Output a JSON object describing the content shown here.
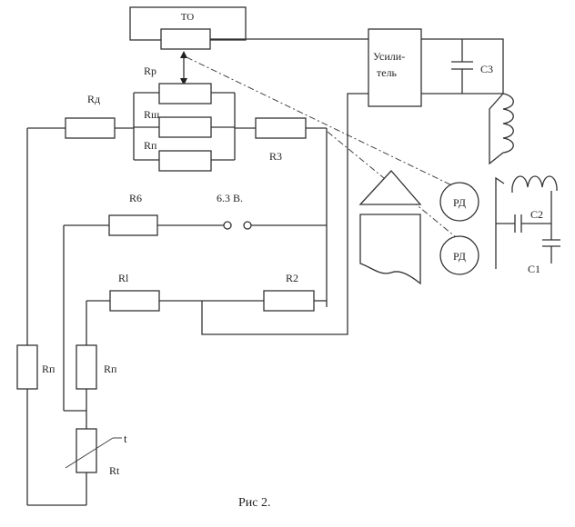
{
  "labels": {
    "to": "ТО",
    "rp_top": "Rp",
    "rd": "Rд",
    "rsh": "Rш",
    "rn_mid": "Rп",
    "r3": "R3",
    "r6": "R6",
    "voltage": "6.3 В.",
    "r1": "Rl",
    "r2": "R2",
    "rn_left": "Rп",
    "rn_inner": "Rп",
    "t": "t",
    "rt": "Rt",
    "amp_line1": "Усили-",
    "amp_line2": "тель",
    "c3": "С3",
    "c2": "С2",
    "c1": "С1",
    "rd_motor_top": "РД",
    "rd_motor_bottom": "РД"
  },
  "caption": "Рис 2."
}
